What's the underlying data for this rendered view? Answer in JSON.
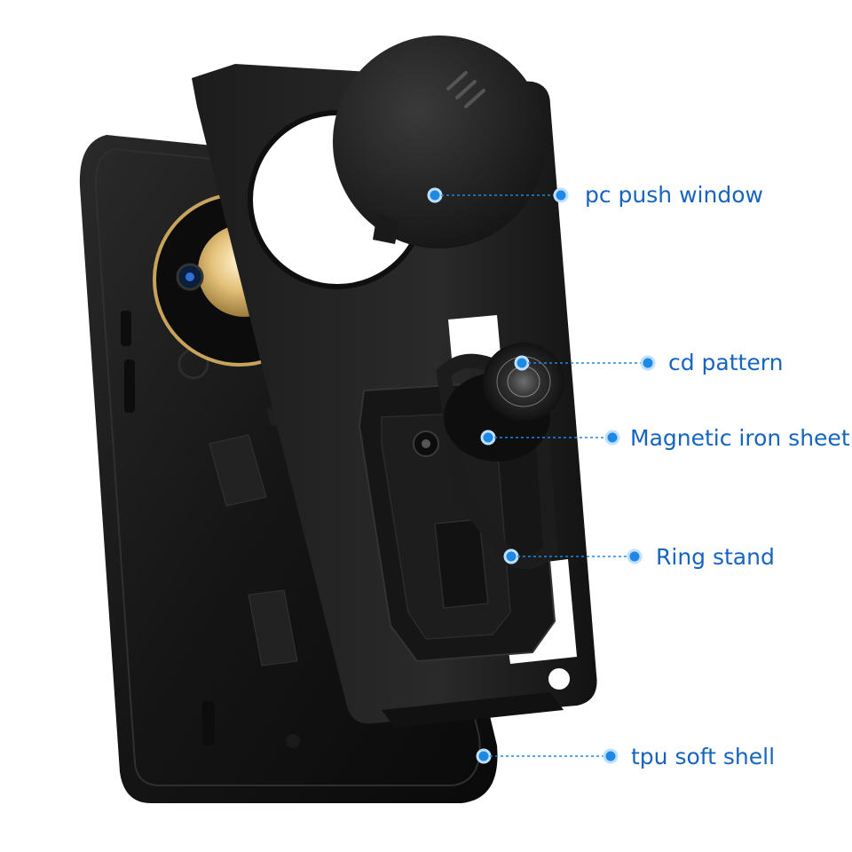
{
  "callouts": [
    {
      "id": "pc",
      "label": "pc push window"
    },
    {
      "id": "cd",
      "label": "cd pattern"
    },
    {
      "id": "mag",
      "label": "Magnetic iron sheet"
    },
    {
      "id": "ring",
      "label": "Ring stand"
    },
    {
      "id": "tpu",
      "label": "tpu soft shell"
    }
  ],
  "colors": {
    "callout_accent": "#1e88e5",
    "callout_text": "#1565c0",
    "case_black": "#111111",
    "camera_gold": "#d8b46a"
  }
}
